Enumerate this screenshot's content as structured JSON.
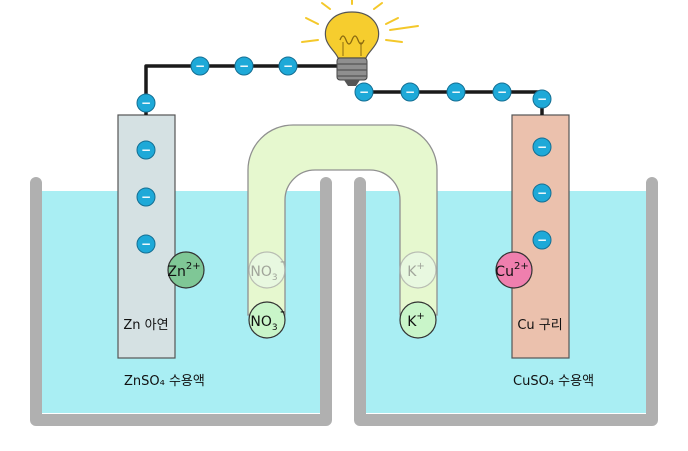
{
  "electrodes": {
    "zinc_label": "Zn 아연",
    "copper_label": "Cu 구리"
  },
  "solutions": {
    "left_label": "ZnSO₄  수용액",
    "right_label": "CuSO₄  수용액"
  },
  "ions": {
    "zinc_ion": "Zn",
    "zinc_ion_charge": "2+",
    "copper_ion": "Cu",
    "copper_ion_charge": "2+",
    "nitrate": "NO",
    "nitrate_sub": "3",
    "nitrate_charge": "-",
    "potassium": "K",
    "potassium_charge": "+"
  },
  "electron_symbol": "−",
  "colors": {
    "solution": "#a9eef3",
    "beaker": "#b0b0b0",
    "zinc_electrode": "#d5e1e3",
    "copper_electrode": "#ebc1ad",
    "salt_bridge": "#e6f8cf",
    "electron": "#1ea9d8",
    "zinc_ion": "#7fc796",
    "copper_ion": "#ef7fae",
    "bridge_ion": "#c9f5c9",
    "bulb": "#f6cd2e"
  }
}
